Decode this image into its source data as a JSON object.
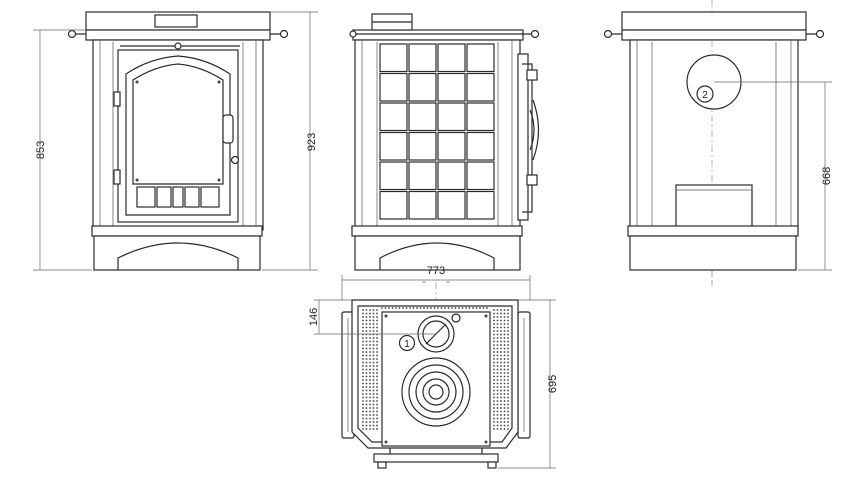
{
  "dimensions": {
    "front_height": "853",
    "side_height": "923",
    "rear_flue_height": "668",
    "top_width": "773",
    "top_offset": "146",
    "top_depth": "695"
  },
  "callouts": {
    "top_flue": "1",
    "rear_flue": "2"
  }
}
